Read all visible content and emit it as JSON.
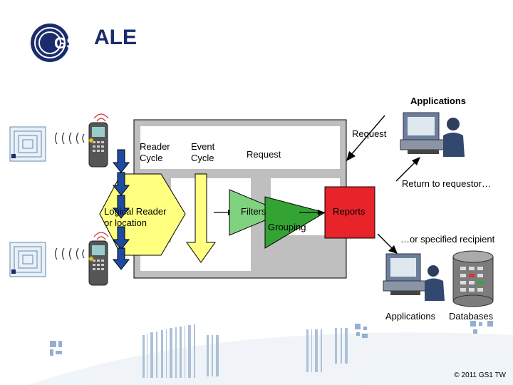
{
  "header": {
    "logo_text": "GS1",
    "title": "ALE"
  },
  "labels": {
    "applications_top": "Applications",
    "request_right": "Request",
    "reader_cycle_line1": "Reader",
    "reader_cycle_line2": "Cycle",
    "event_cycle_line1": "Event",
    "event_cycle_line2": "Cycle",
    "request_inner": "Request",
    "logical_reader_line1": "Logical Reader",
    "logical_reader_line2": "or location",
    "filters": "Filters",
    "grouping": "Grouping",
    "reports": "Reports",
    "return_to_requestor": "Return to requestor…",
    "specified_recipient": "…or specified recipient",
    "applications_bottom": "Applications",
    "databases": "Databases"
  },
  "footer": {
    "copyright": "© 2011 GS1 TW"
  },
  "colors": {
    "brand_navy": "#1a2c6b",
    "logical_reader_fill": "#ffff80",
    "filters_fill": "#7fd37f",
    "grouping_fill": "#33a333",
    "reports_fill": "#e8232a",
    "arrow_blue": "#1f4aa0",
    "frame_gray": "#bfbfbf"
  }
}
